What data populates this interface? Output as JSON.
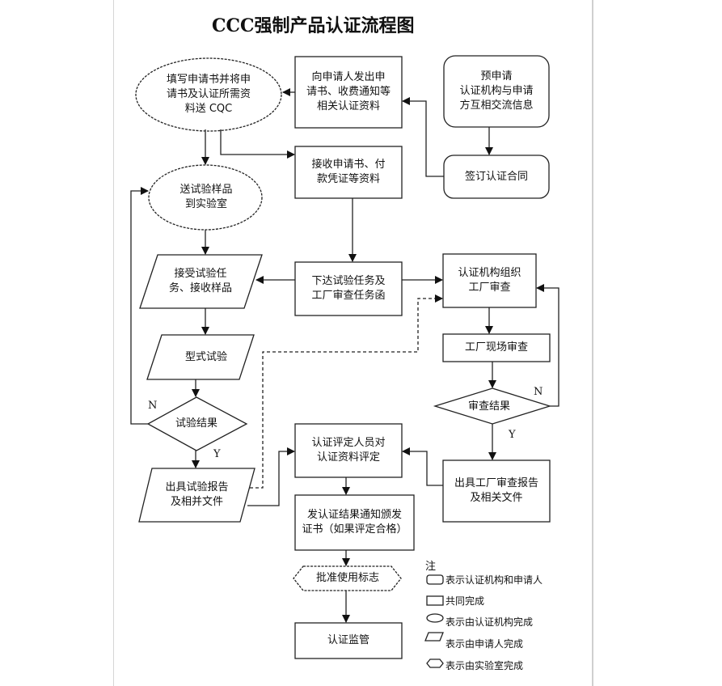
{
  "title": "CCC强制产品认证流程图",
  "nodes": {
    "fill_application": "填写申请书并将申\n请书及认证所需资\n料送 CQC",
    "issue_application": "向申请人发出申\n请书、收费通知等\n相关认证资料",
    "pre_application": "预申请\n认证机构与申请\n方互相交流信息",
    "receive_application": "接收申请书、付\n款凭证等资料",
    "sign_contract": "签订认证合同",
    "send_samples": "送试验样品\n到实验室",
    "accept_test_task": "接受试验任\n务、接收样品",
    "issue_test_task": "下达试验任务及\n工厂审查任务函",
    "organize_factory_audit": "认证机构组织\n工厂审查",
    "type_test": "型式试验",
    "onsite_audit": "工厂现场审查",
    "audit_result": "审查结果",
    "test_result": "试验结果",
    "evaluate_materials": "认证评定人员对\n认证资料评定",
    "test_report": "出具试验报告\n及相并文件",
    "factory_audit_report": "出具工厂审查报告\n及相关文件",
    "issue_certificate": "发认证结果通知颁发\n证书（如果评定合格）",
    "approve_mark": "批准使用标志",
    "supervision": "认证监管"
  },
  "branch_labels": {
    "test_no": "N",
    "test_yes": "Y",
    "audit_no": "N",
    "audit_yes": "Y"
  },
  "legend": {
    "title": "注",
    "items": [
      {
        "shape": "rounded-rect",
        "text": "表示认证机构和申请人"
      },
      {
        "shape": "rect",
        "text": "共同完成"
      },
      {
        "shape": "ellipse",
        "text": "表示由认证机构完成"
      },
      {
        "shape": "parallelogram",
        "text": "表示由申请人完成"
      },
      {
        "shape": "hexagon",
        "text": "表示由实验室完成"
      }
    ]
  }
}
